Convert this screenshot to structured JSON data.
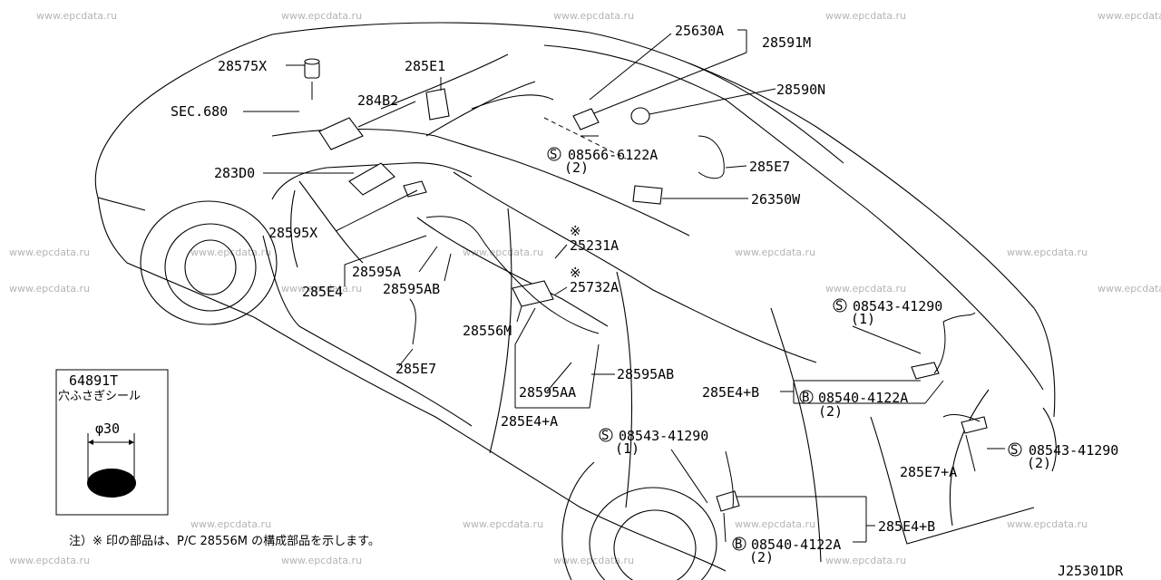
{
  "watermark": "www.epcdata.ru",
  "diagram_code": "J25301DR",
  "labels": {
    "p25630A": "25630A",
    "p28591M": "28591M",
    "p28590N": "28590N",
    "p08566": "08566-6122A",
    "p08566_qty": "(2)",
    "p285E7_top": "285E7",
    "p26350W": "26350W",
    "p28575X": "28575X",
    "p285E1": "285E1",
    "p284B2": "284B2",
    "sec680": "SEC.680",
    "p283D0": "283D0",
    "p28595X": "28595X",
    "p28595A": "28595A",
    "p285E4": "285E4",
    "p28595AB_l": "28595AB",
    "p285E7_mid": "285E7",
    "p25231A": "25231A",
    "p25732A": "25732A",
    "p28556M": "28556M",
    "p28595AB_r": "28595AB",
    "p28595AA": "28595AA",
    "p285E4A": "285E4+A",
    "p08543_a": "08543-41290",
    "p08543_a_qty": "(1)",
    "p285E4B_r": "285E4+B",
    "p08540_a": "08540-4122A",
    "p08540_a_qty": "(2)",
    "p08543_b": "08543-41290",
    "p08543_b_qty": "(1)",
    "p285E7A": "285E7+A",
    "p08543_c": "08543-41290",
    "p08543_c_qty": "(2)",
    "p285E4B_b": "285E4+B",
    "p08540_b": "08540-4122A",
    "p08540_b_qty": "(2)",
    "mark_s": "S",
    "mark_b": "B",
    "mark_note": "※"
  },
  "inset": {
    "part_no": "64891T",
    "desc": "穴ふさぎシール",
    "dimension": "φ30"
  },
  "footnote": "注）※ 印の部品は、P/C 28556M の構成部品を示します。"
}
